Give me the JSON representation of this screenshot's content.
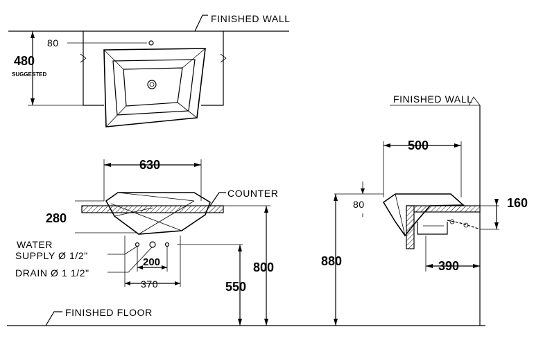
{
  "labels": {
    "finished_wall_top": "FINISHED WALL",
    "finished_wall_side": "FINISHED WALL",
    "counter": "COUNTER",
    "finished_floor": "FINISHED FLOOR",
    "water_supply_line1": "WATER",
    "water_supply_line2": "SUPPLY Ø 1/2\"",
    "drain": "DRAIN Ø 1 1/2\"",
    "suggested": "SUGGESTED"
  },
  "dimensions": {
    "tap_offset": "80",
    "depth_480": "480",
    "width_630": "630",
    "height_280": "280",
    "spacing_200": "200",
    "spacing_370": "370",
    "height_550": "550",
    "height_800": "800",
    "height_880": "880",
    "depth_500": "500",
    "offset_80_side": "80",
    "height_160": "160",
    "depth_390": "390"
  }
}
